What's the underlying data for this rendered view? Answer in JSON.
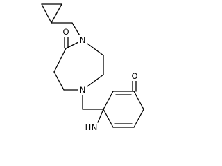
{
  "molecule": {
    "atoms": {
      "n1": "N",
      "n4": "N",
      "o_ketone": "O",
      "o_pyridone": "O",
      "nh": "N",
      "h_on_n": "H"
    }
  }
}
